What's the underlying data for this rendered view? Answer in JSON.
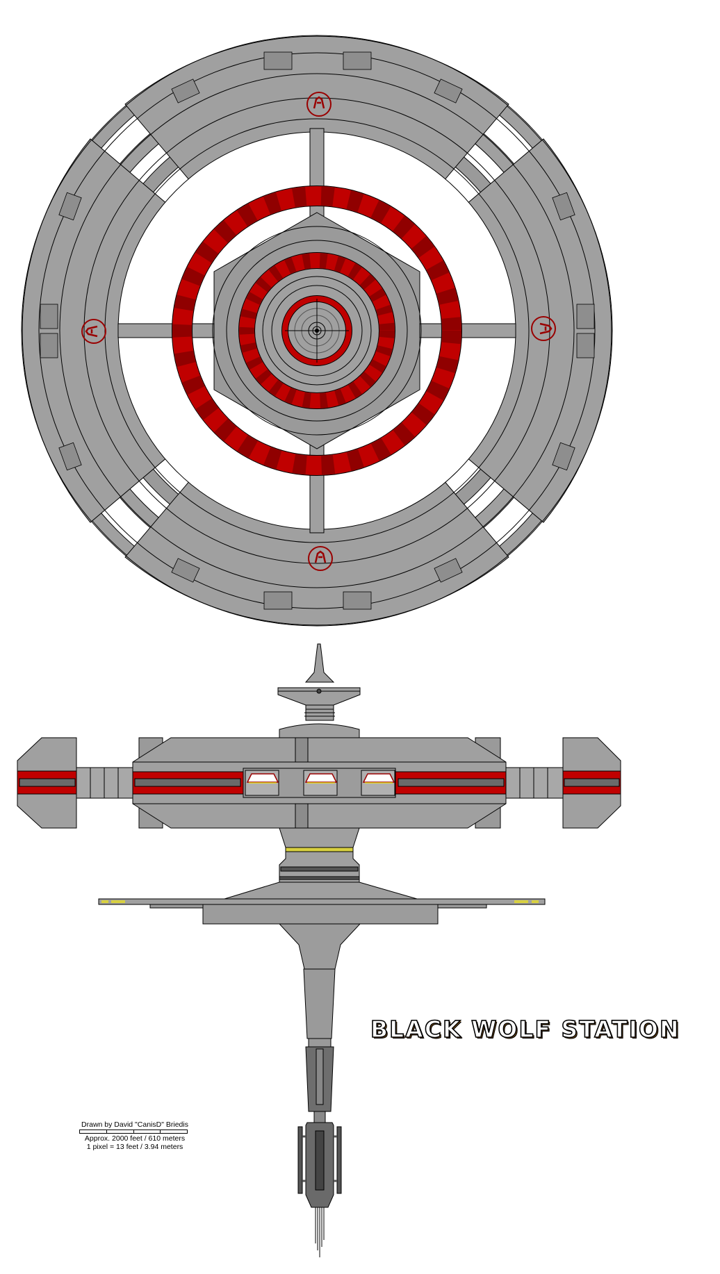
{
  "title": "BLACK WOLF STATION",
  "credits": {
    "author": "Drawn by David \"CanisD\" Briedis",
    "size": "Approx. 2000 feet / 610 meters",
    "scale": "1 pixel = 13 feet / 3.94 meters",
    "scale_bar_segments": 4
  },
  "views": {
    "top": "top-down plan view",
    "side": "side elevation view"
  },
  "colors": {
    "hull": "#a0a0a0",
    "hull_dark": "#8c8c8c",
    "hull_light": "#b4b4b4",
    "accent_red": "#c00000",
    "accent_red_dark": "#900000",
    "outline": "#000000",
    "lights_yellow": "#e8e020",
    "background": "#ffffff"
  }
}
